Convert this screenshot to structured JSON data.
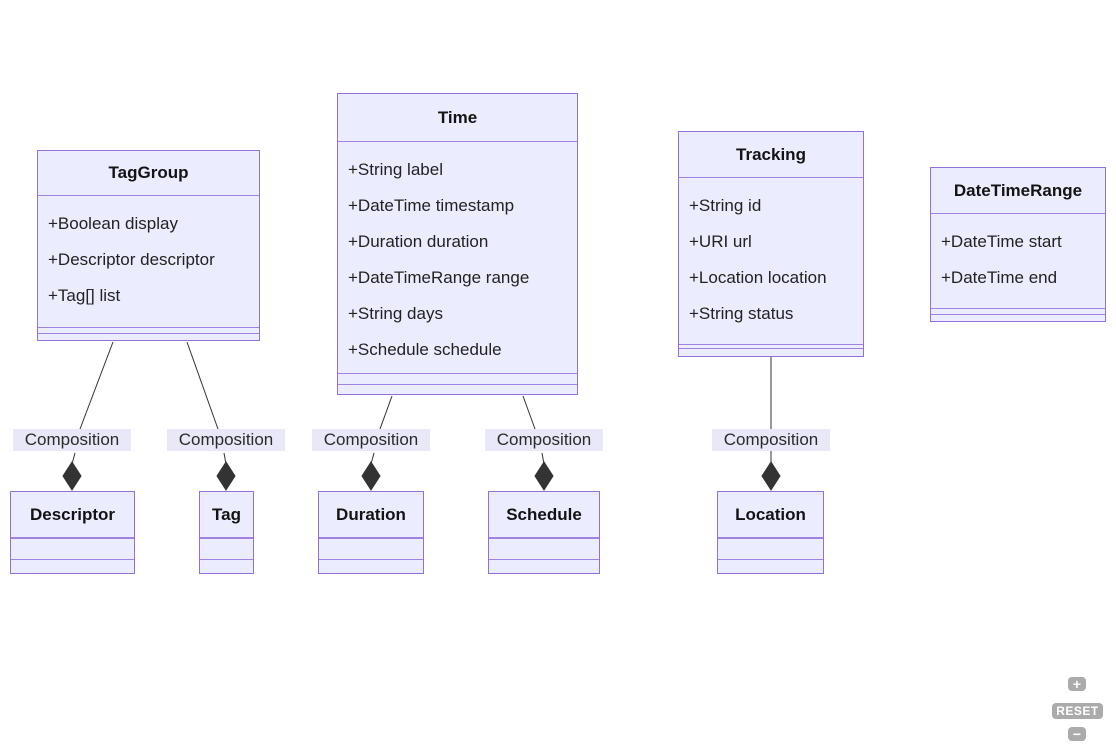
{
  "diagram": {
    "type": "uml-class-diagram",
    "classes": [
      {
        "name": "TagGroup",
        "attributes": [
          "+Boolean display",
          "+Descriptor descriptor",
          "+Tag[] list"
        ]
      },
      {
        "name": "Time",
        "attributes": [
          "+String label",
          "+DateTime timestamp",
          "+Duration duration",
          "+DateTimeRange range",
          "+String days",
          "+Schedule schedule"
        ]
      },
      {
        "name": "Tracking",
        "attributes": [
          "+String id",
          "+URI url",
          "+Location location",
          "+String status"
        ]
      },
      {
        "name": "DateTimeRange",
        "attributes": [
          "+DateTime start",
          "+DateTime end"
        ]
      },
      {
        "name": "Descriptor",
        "attributes": []
      },
      {
        "name": "Tag",
        "attributes": []
      },
      {
        "name": "Duration",
        "attributes": []
      },
      {
        "name": "Schedule",
        "attributes": []
      },
      {
        "name": "Location",
        "attributes": []
      }
    ],
    "relationships": [
      {
        "from": "TagGroup",
        "to": "Descriptor",
        "type": "composition",
        "label": "Composition"
      },
      {
        "from": "TagGroup",
        "to": "Tag",
        "type": "composition",
        "label": "Composition"
      },
      {
        "from": "Time",
        "to": "Duration",
        "type": "composition",
        "label": "Composition"
      },
      {
        "from": "Time",
        "to": "Schedule",
        "type": "composition",
        "label": "Composition"
      },
      {
        "from": "Tracking",
        "to": "Location",
        "type": "composition",
        "label": "Composition"
      }
    ]
  },
  "colors": {
    "node_fill": "#ECECFF",
    "node_border": "#9370DB",
    "edge_stroke": "#333333",
    "label_background": "#E8E8F8",
    "control_background": "#ABABAB"
  },
  "controls": {
    "zoom_in_label": "+",
    "reset_label": "RESET",
    "zoom_out_label": "−"
  }
}
